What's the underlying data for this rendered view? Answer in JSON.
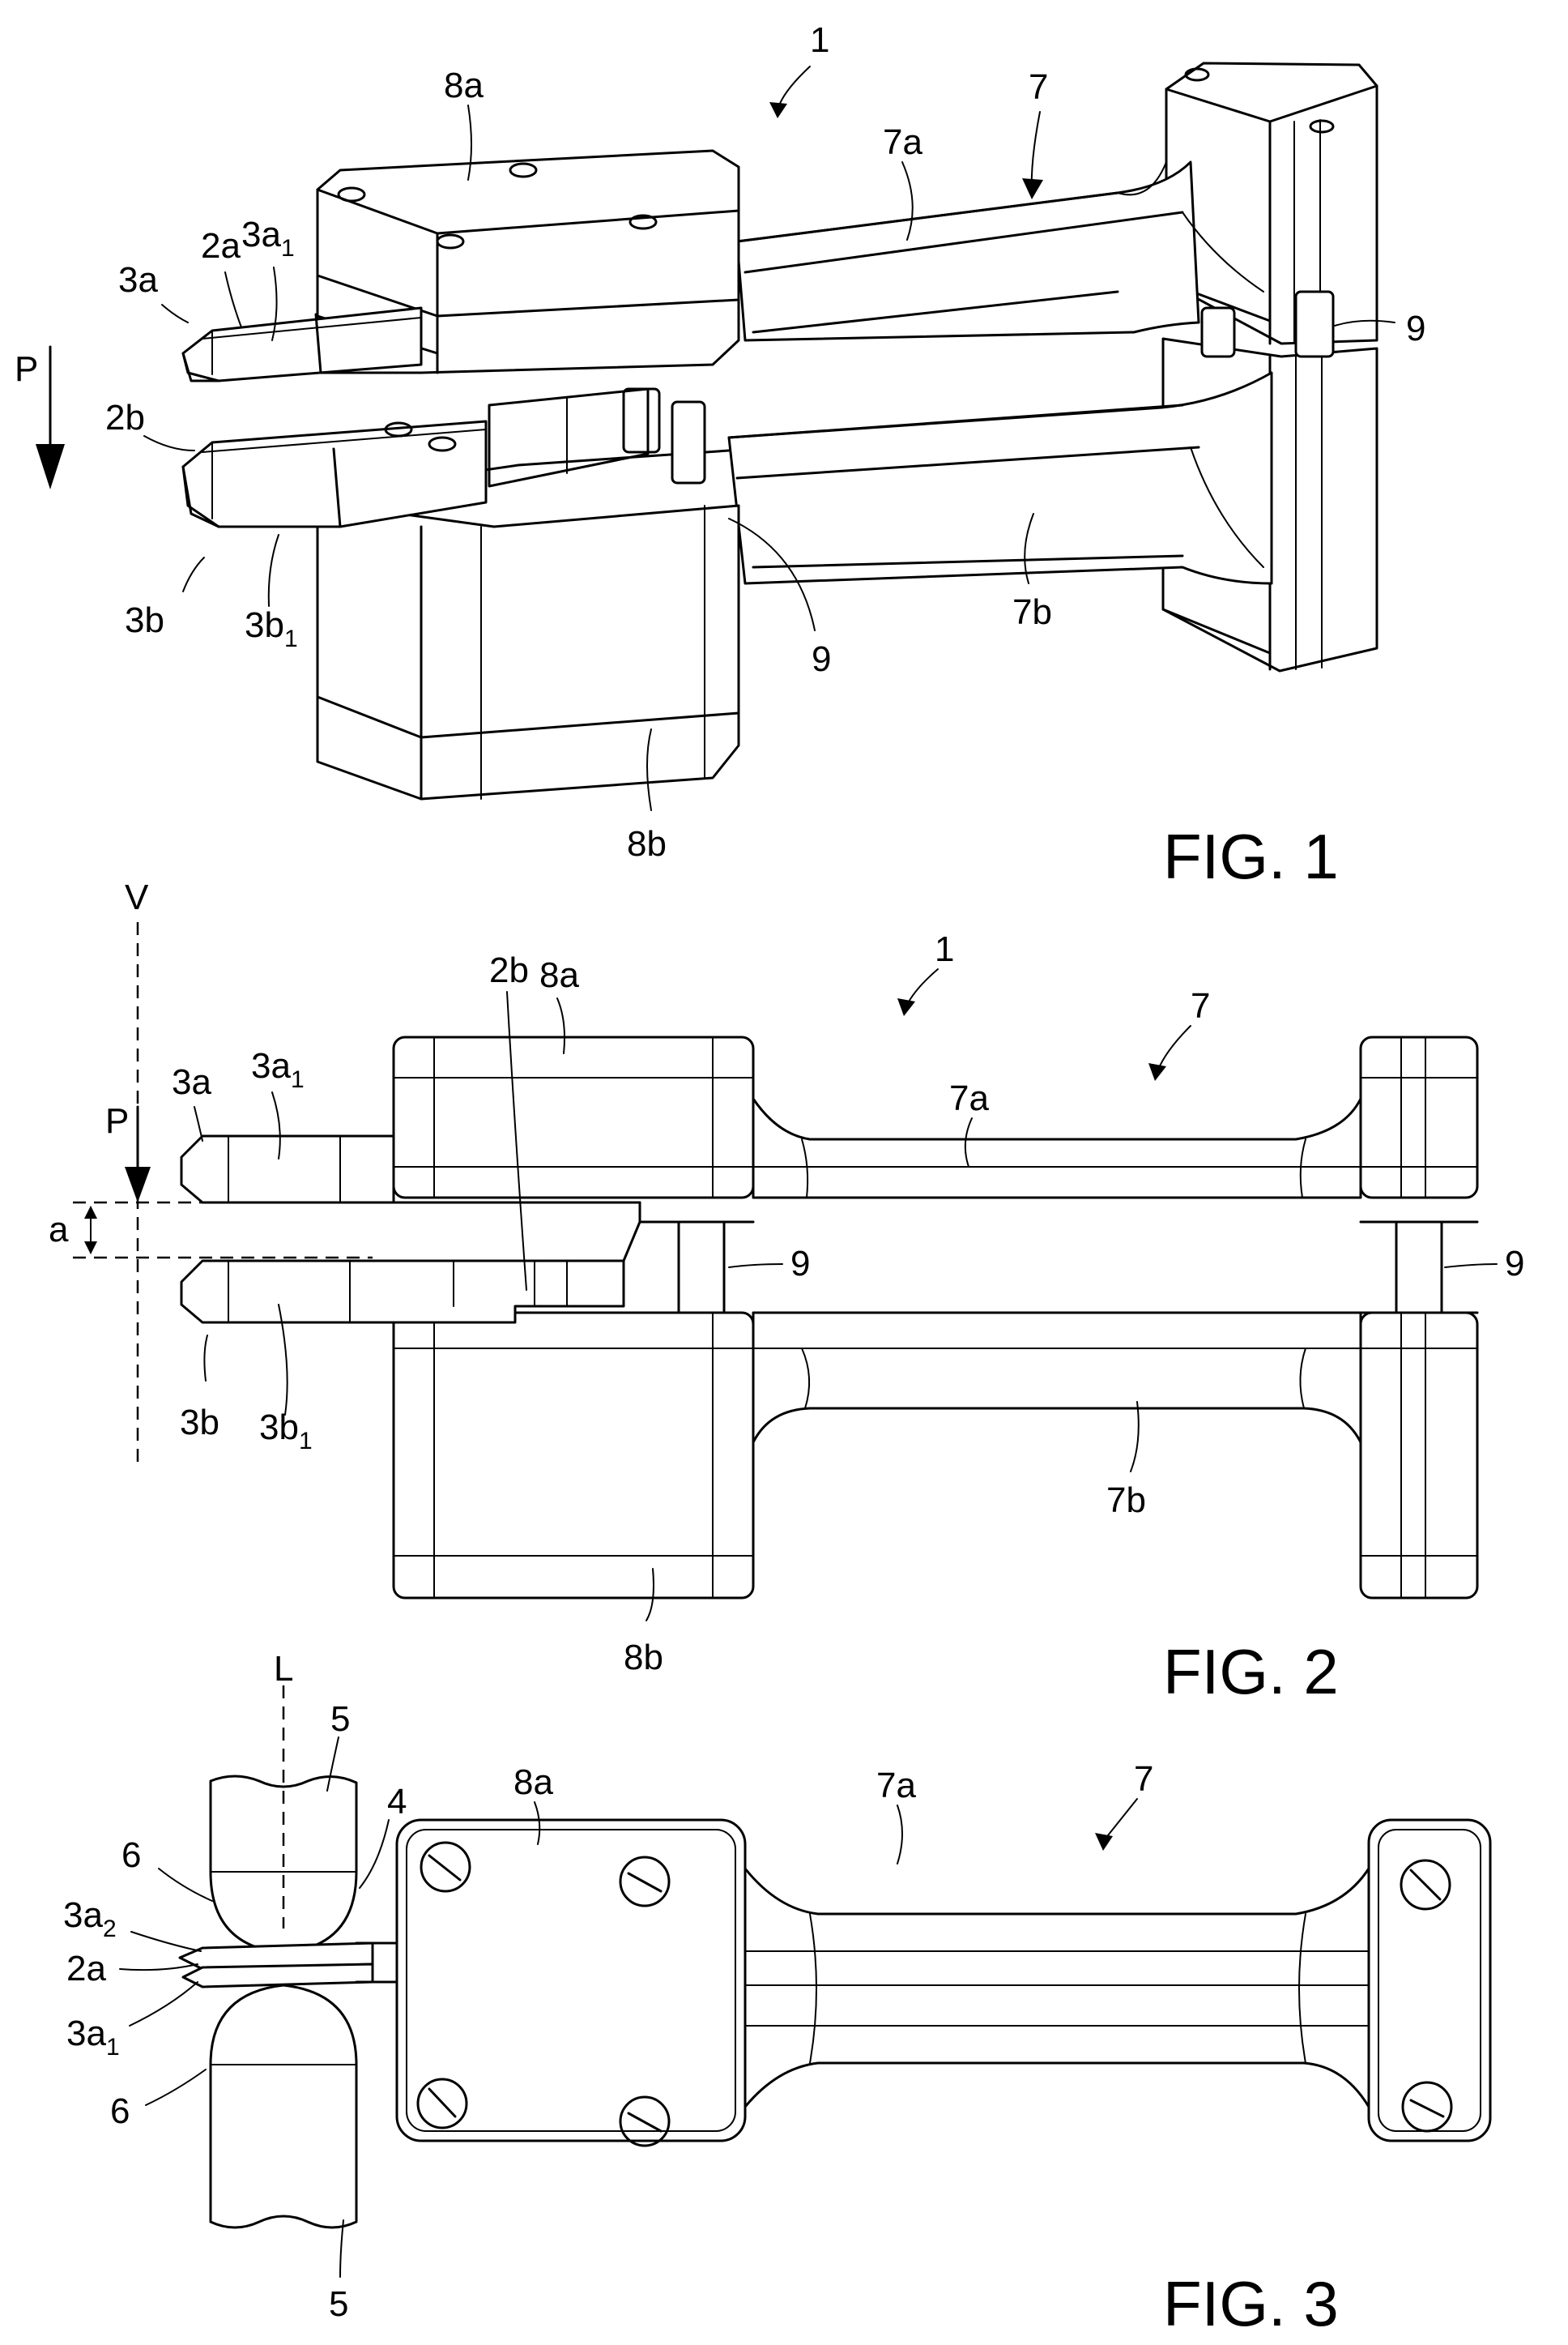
{
  "fig1": {
    "caption": "FIG. 1",
    "labels": {
      "device": "1",
      "frame": "7",
      "frame_upper_arm": "7a",
      "frame_lower_arm": "7b",
      "upper_block": "8a",
      "lower_block": "8b",
      "post": "9",
      "post_front": "9",
      "upper_tool": "3a",
      "lower_tool": "3b",
      "upper_blade": "2a",
      "lower_blade": "2b",
      "upper_sub_base": "3a",
      "upper_sub_index": "1",
      "lower_sub_base": "3b",
      "lower_sub_index": "1",
      "force": "P"
    }
  },
  "fig2": {
    "caption": "FIG. 2",
    "labels": {
      "device": "1",
      "frame": "7",
      "frame_upper_arm": "7a",
      "frame_lower_arm": "7b",
      "upper_block": "8a",
      "lower_block": "8b",
      "post_left": "9",
      "post_right": "9",
      "upper_tool": "3a",
      "lower_tool": "3b",
      "blade": "2b",
      "upper_sub_base": "3a",
      "upper_sub_index": "1",
      "lower_sub_base": "3b",
      "lower_sub_index": "1",
      "force": "P",
      "axis": "V",
      "gap": "a"
    }
  },
  "fig3": {
    "caption": "FIG. 3",
    "labels": {
      "frame": "7",
      "frame_upper_arm": "7a",
      "upper_block": "8a",
      "axis": "L",
      "roller_top": "5",
      "roller_bottom": "5",
      "workpiece": "4",
      "roller_face_top": "6",
      "roller_face_bottom": "6",
      "blade": "2a",
      "sub2_base": "3a",
      "sub2_index": "2",
      "sub1_base": "3a",
      "sub1_index": "1"
    }
  }
}
